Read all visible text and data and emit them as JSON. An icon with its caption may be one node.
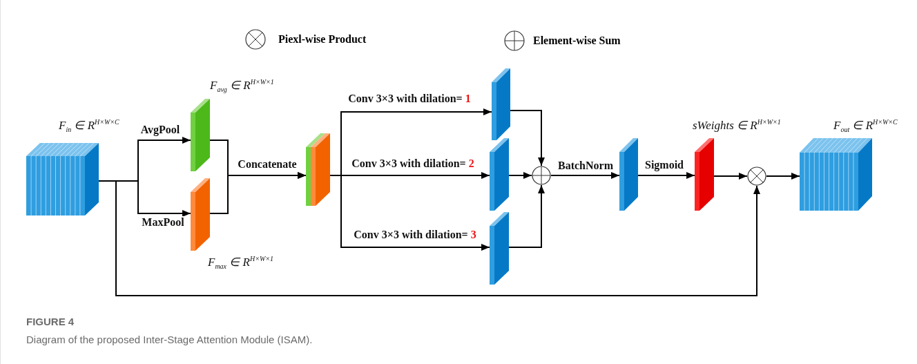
{
  "diagram": {
    "caption": "Diagram of the proposed Inter-Stage Attention Module (ISAM).",
    "nodes": [
      {
        "text": [],
        "shape": "cube",
        "beside": [
          "F$_{in}$ ∈ R$^{H×W×C}$"
        ]
      },
      {
        "text": [],
        "shape": "box",
        "beside": [
          "F$_{avg}$ ∈ R$^{H×W×1}$"
        ]
      },
      {
        "text": [],
        "shape": "box",
        "beside": [
          "F$_{max}$ ∈ R$^{H×W×1}$"
        ]
      },
      {
        "text": [],
        "shape": "box"
      },
      {
        "text": [],
        "shape": "box"
      },
      {
        "text": [],
        "shape": "box"
      },
      {
        "text": [],
        "shape": "box"
      },
      {
        "text": [],
        "shape": "circle"
      },
      {
        "text": [],
        "shape": "box"
      },
      {
        "text": [],
        "shape": "box",
        "beside": [
          "sWeights ∈ R$^{H×W×1}$"
        ]
      },
      {
        "text": [],
        "shape": "circle"
      },
      {
        "text": [],
        "shape": "cube",
        "beside": [
          "F$_{out}$ ∈ R$^{H×W×C}$"
        ]
      }
    ],
    "edges": [
      {
        "from": 0,
        "to": 1,
        "arrow": "to",
        "label": "AvgPool"
      },
      {
        "from": 0,
        "to": 2,
        "arrow": "to",
        "label": "MaxPool"
      },
      {
        "from": 1,
        "to": 3,
        "arrow": "to",
        "label": "Concatenate"
      },
      {
        "from": 2,
        "to": 3,
        "arrow": "to"
      },
      {
        "from": 3,
        "to": 4,
        "arrow": "to",
        "label": "Conv 3×3 with dilation= 1"
      },
      {
        "from": 3,
        "to": 5,
        "arrow": "to",
        "label": "Conv 3×3 with dilation= 2"
      },
      {
        "from": 3,
        "to": 6,
        "arrow": "to",
        "label": "Conv 3×3 with dilation= 3"
      },
      {
        "from": 4,
        "to": 7,
        "arrow": "to"
      },
      {
        "from": 5,
        "to": 7,
        "arrow": "to"
      },
      {
        "from": 6,
        "to": 7,
        "arrow": "to"
      },
      {
        "from": 7,
        "to": 8,
        "arrow": "to",
        "label": "BatchNorm"
      },
      {
        "from": 8,
        "to": 9,
        "arrow": "to",
        "label": "Sigmoid"
      },
      {
        "from": 9,
        "to": 10,
        "arrow": "to"
      },
      {
        "from": 10,
        "to": 11,
        "arrow": "to"
      },
      {
        "from": 0,
        "to": 10,
        "arrow": "to"
      }
    ],
    "labels": [
      "FIGURE 4"
    ],
    "legend": [
      {
        "text": "Piexl-wise Product"
      },
      {
        "text": "Element-wise Sum"
      }
    ]
  }
}
